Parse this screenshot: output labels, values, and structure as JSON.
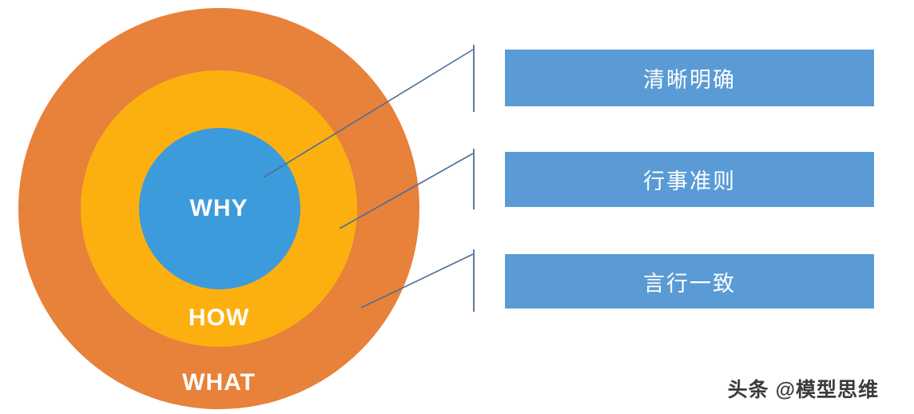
{
  "diagram": {
    "type": "golden-circle",
    "rings": [
      {
        "id": "what",
        "label": "WHAT",
        "color": "#E8813A",
        "radius": 251
      },
      {
        "id": "how",
        "label": "HOW",
        "color": "#FCB010",
        "radius": 173
      },
      {
        "id": "why",
        "label": "WHY",
        "color": "#3C9BDB",
        "radius": 101
      }
    ],
    "label_color": "#FFFFFF"
  },
  "callouts": {
    "box_color": "#5B9BD5",
    "text_color": "#FFFFFF",
    "connector_color": "#4A6E96",
    "items": [
      {
        "label": "清晰明确",
        "linked_ring": "why"
      },
      {
        "label": "行事准则",
        "linked_ring": "how"
      },
      {
        "label": "言行一致",
        "linked_ring": "what"
      }
    ]
  },
  "watermark": {
    "text": "头条 @模型思维"
  }
}
